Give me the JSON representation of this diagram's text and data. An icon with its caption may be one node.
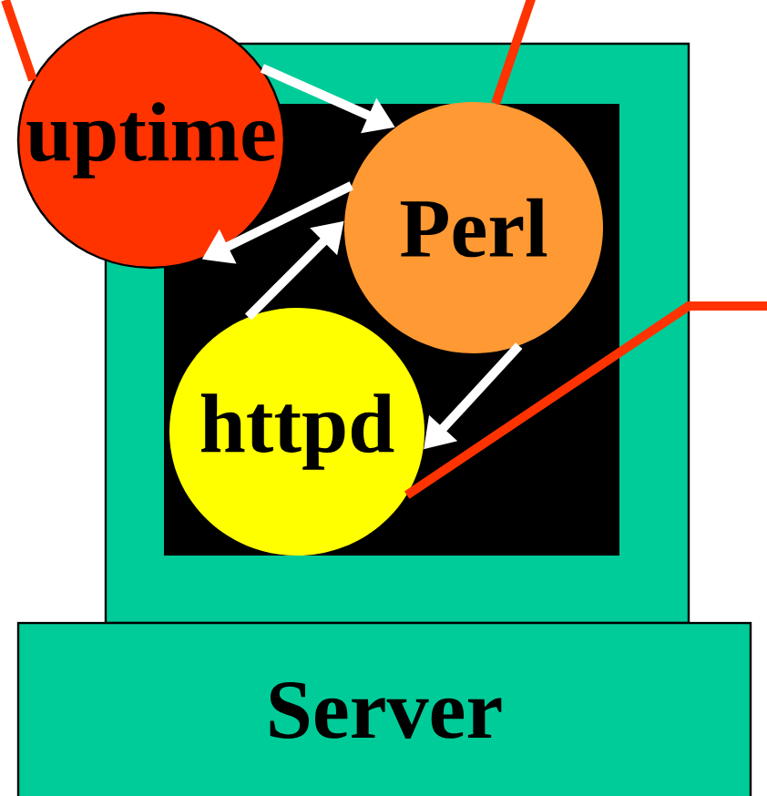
{
  "diagram": {
    "nodes": [
      {
        "text": [],
        "shape": "box"
      },
      {
        "text": [],
        "shape": "box",
        "in": 0
      },
      {
        "text": [
          "uptime"
        ]
      },
      {
        "text": [
          "Perl"
        ],
        "in": 1
      },
      {
        "text": [
          "httpd"
        ],
        "in": 1
      },
      {
        "text": [
          "Server"
        ]
      }
    ],
    "edges": [
      {
        "from": 2,
        "to": 3,
        "arrow": "to"
      },
      {
        "from": 3,
        "to": 2,
        "arrow": "to"
      },
      {
        "from": 4,
        "to": 3,
        "arrow": "to"
      },
      {
        "from": 3,
        "to": 4,
        "arrow": "to"
      },
      {
        "from": 2,
        "to": null,
        "arrow": "none",
        "color": "#ff3300"
      },
      {
        "from": 3,
        "to": null,
        "arrow": "none",
        "color": "#ff3300"
      },
      {
        "from": 4,
        "to": null,
        "arrow": "none",
        "color": "#ff3300"
      }
    ]
  }
}
